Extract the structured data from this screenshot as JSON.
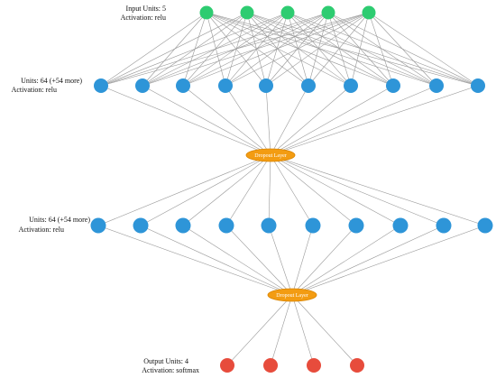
{
  "colors": {
    "input": "#2ecc71",
    "hidden": "#2e95d8",
    "output": "#e74c3c",
    "dropout": "#f39c12",
    "edge": "#9a9a9a"
  },
  "layers": {
    "input": {
      "line1": "Input Units: 5",
      "line2": "Activation: relu",
      "nodes": 5
    },
    "hidden1": {
      "line1": "Units: 64 (+54 more)",
      "line2": "Activation: relu",
      "nodes": 10
    },
    "dropout1": {
      "label": "Dropout Layer"
    },
    "hidden2": {
      "line1": "Units: 64 (+54 more)",
      "line2": "Activation: relu",
      "nodes": 10
    },
    "dropout2": {
      "label": "Dropout Layer"
    },
    "output": {
      "line1": "Output Units: 4",
      "line2": "Activation: softmax",
      "nodes": 4
    }
  }
}
